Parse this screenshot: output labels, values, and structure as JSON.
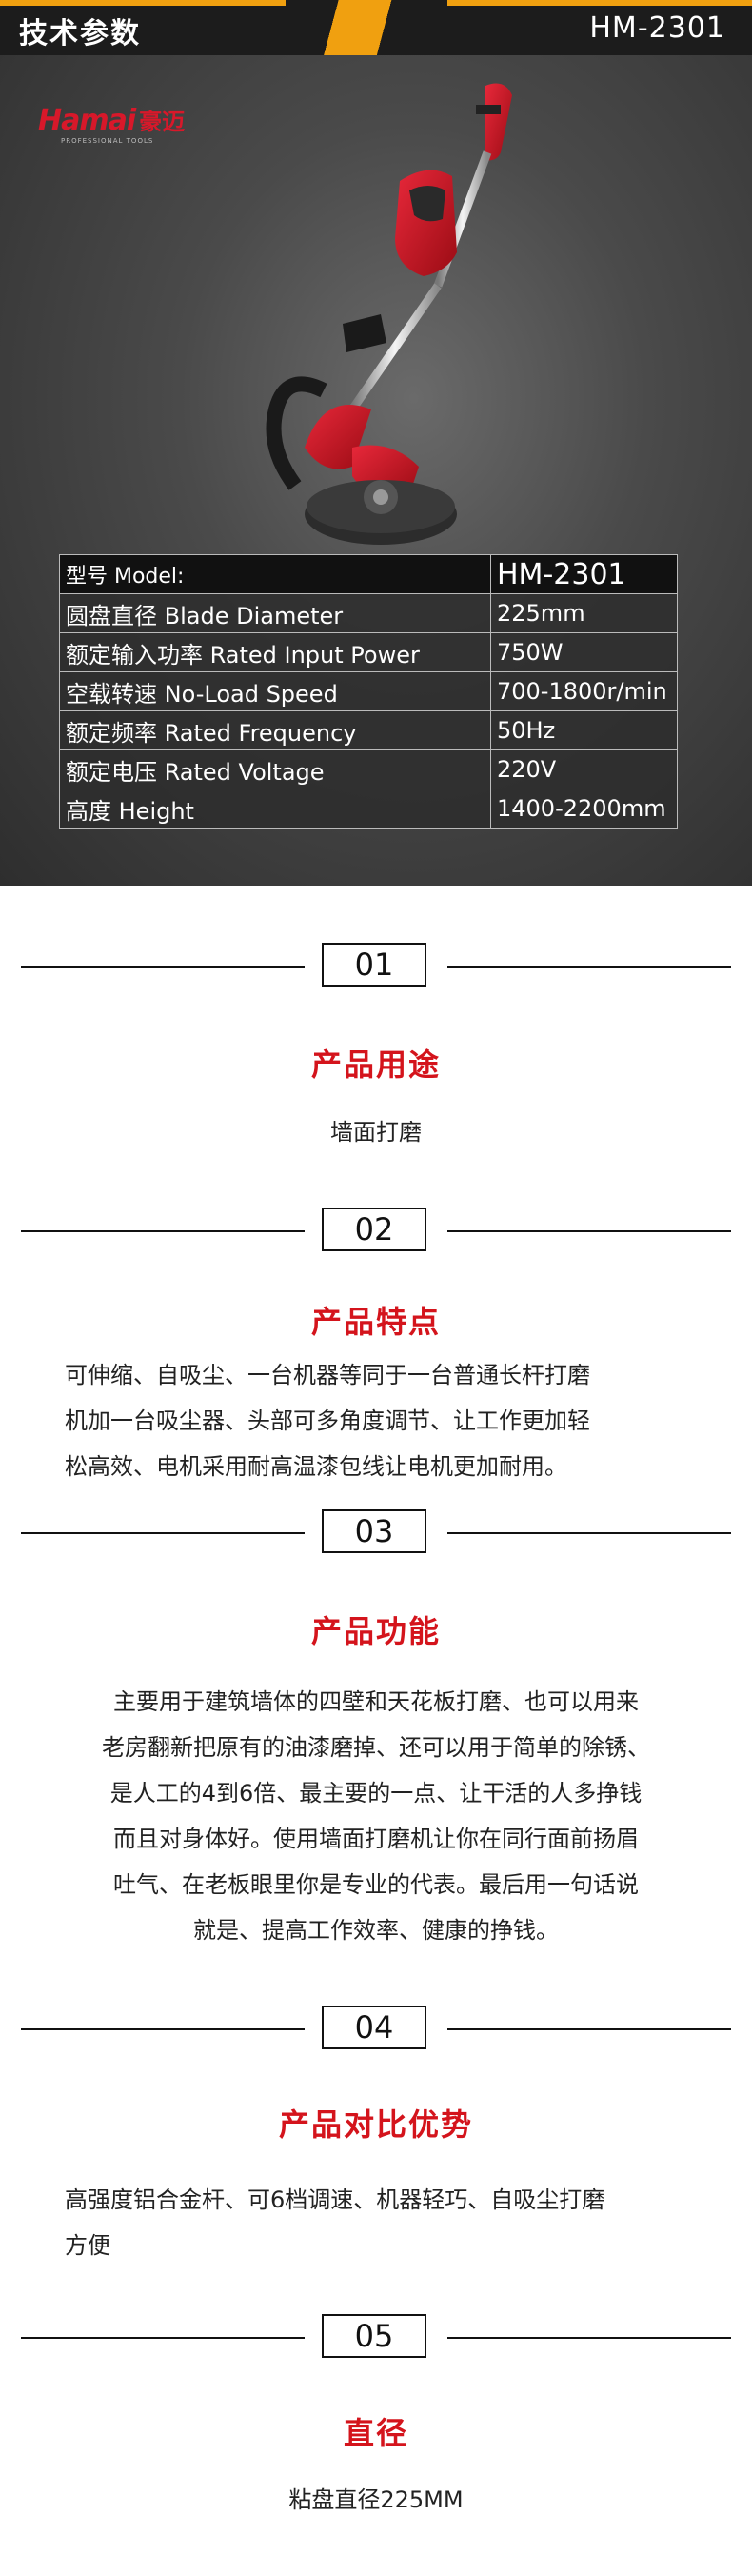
{
  "header": {
    "title": "技术参数",
    "model": "HM-2301"
  },
  "brand": {
    "logo_text": "Hamai",
    "logo_cn": "豪迈",
    "logo_sub": "PROFESSIONAL TOOLS"
  },
  "spec_table": {
    "header_label": "型号 Model:",
    "header_value": "HM-2301",
    "rows": [
      {
        "label": "圆盘直径 Blade Diameter",
        "value": "225mm"
      },
      {
        "label": "额定输入功率 Rated Input Power",
        "value": "750W"
      },
      {
        "label": "空载转速 No-Load Speed",
        "value": "700-1800r/min"
      },
      {
        "label": "额定频率 Rated Frequency",
        "value": "50Hz"
      },
      {
        "label": "额定电压 Rated Voltage",
        "value": "220V"
      },
      {
        "label": "高度 Height",
        "value": "1400-2200mm"
      }
    ]
  },
  "sections": [
    {
      "number": "01",
      "title": "产品用途",
      "lines": [
        "墙面打磨"
      ]
    },
    {
      "number": "02",
      "title": "产品特点",
      "lines": [
        "可伸缩、自吸尘、一台机器等同于一台普通长杆打磨",
        "机加一台吸尘器、头部可多角度调节、让工作更加轻",
        "松高效、电机采用耐高温漆包线让电机更加耐用。"
      ]
    },
    {
      "number": "03",
      "title": "产品功能",
      "lines": [
        "主要用于建筑墙体的四壁和天花板打磨、也可以用来",
        "老房翻新把原有的油漆磨掉、还可以用于简单的除锈、",
        "是人工的4到6倍、最主要的一点、让干活的人多挣钱",
        "而且对身体好。使用墙面打磨机让你在同行面前扬眉",
        "吐气、在老板眼里你是专业的代表。最后用一句话说",
        "就是、提高工作效率、健康的挣钱。"
      ]
    },
    {
      "number": "04",
      "title": "产品对比优势",
      "lines": [
        "高强度铝合金杆、可6档调速、机器轻巧、自吸尘打磨",
        "方便"
      ]
    },
    {
      "number": "05",
      "title": "直径",
      "lines": [
        "粘盘直径225MM"
      ]
    }
  ],
  "colors": {
    "accent": "#f0a010",
    "title_red": "#d4141c",
    "product_red": "#c8141e"
  }
}
